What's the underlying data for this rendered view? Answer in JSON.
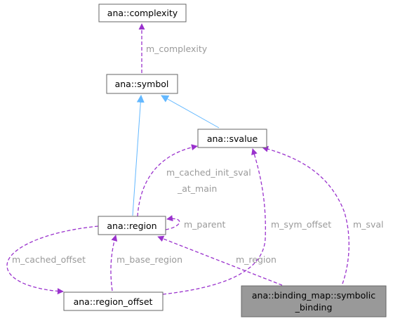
{
  "colors": {
    "inherit_edge": "#63b8ff",
    "usage_edge": "#9a32cd",
    "edge_label": "#9a9a9a",
    "node_border": "#666666",
    "highlight_fill": "#999999"
  },
  "nodes": {
    "complexity": "ana::complexity",
    "symbol": "ana::symbol",
    "svalue": "ana::svalue",
    "region": "ana::region",
    "region_offset": "ana::region_offset",
    "binding_line1": "ana::binding_map::symbolic",
    "binding_line2": "_binding"
  },
  "edge_labels": {
    "m_complexity": "m_complexity",
    "m_cached_init_sval_line1": "m_cached_init_sval",
    "m_cached_init_sval_line2": "_at_main",
    "m_parent": "m_parent",
    "m_sym_offset": "m_sym_offset",
    "m_sval": "m_sval",
    "m_cached_offset": "m_cached_offset",
    "m_base_region": "m_base_region",
    "m_region": "m_region"
  }
}
